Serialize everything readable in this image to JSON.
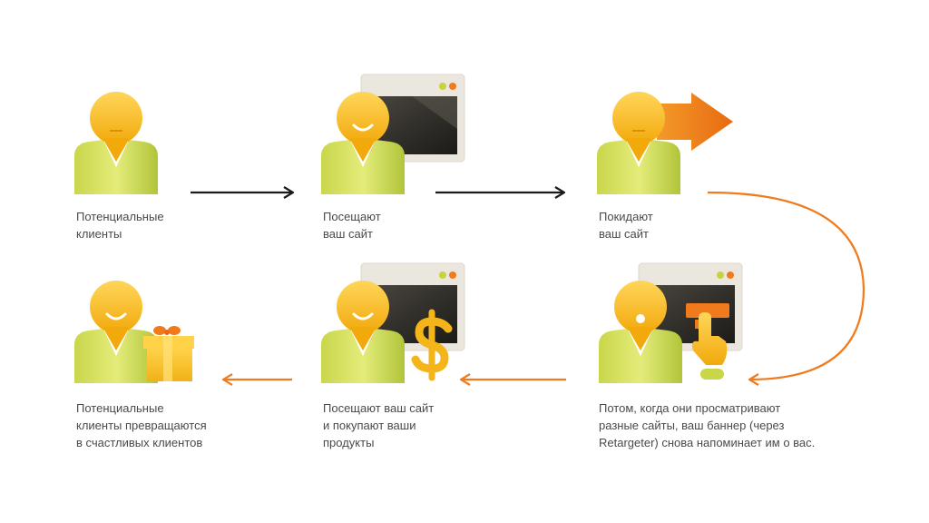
{
  "steps": [
    {
      "id": "potential",
      "lines": [
        "Потенциальные",
        "клиенты"
      ]
    },
    {
      "id": "visit",
      "lines": [
        "Посещают",
        "ваш сайт"
      ]
    },
    {
      "id": "leave",
      "lines": [
        "Покидают",
        "ваш сайт"
      ]
    },
    {
      "id": "happy",
      "lines": [
        "Потенциальные",
        "клиенты превращаются",
        "в счастливых клиентов"
      ]
    },
    {
      "id": "buy",
      "lines": [
        "Посещают ваш сайт",
        "и покупают ваши",
        "продукты"
      ]
    },
    {
      "id": "retarget",
      "lines": [
        "Потом, когда они просматривают",
        "разные сайты, ваш баннер (через",
        "Retargeter) снова напоминает им о вас."
      ]
    }
  ],
  "icons": {
    "person": "person-icon",
    "browser": "browser-window-icon",
    "exit_arrow": "exit-arrow-icon",
    "gift": "gift-icon",
    "dollar": "dollar-icon",
    "banner_click": "banner-click-icon"
  },
  "colors": {
    "head": "#f6b818",
    "head_light": "#ffd65a",
    "body_light": "#dce66a",
    "body_dark": "#aec237",
    "arrow_dark": "#1a1a1a",
    "arrow_orange": "#f07a1c",
    "window": "#2c2a26",
    "window_frame": "#e8e3da",
    "text": "#4a4a4a"
  }
}
